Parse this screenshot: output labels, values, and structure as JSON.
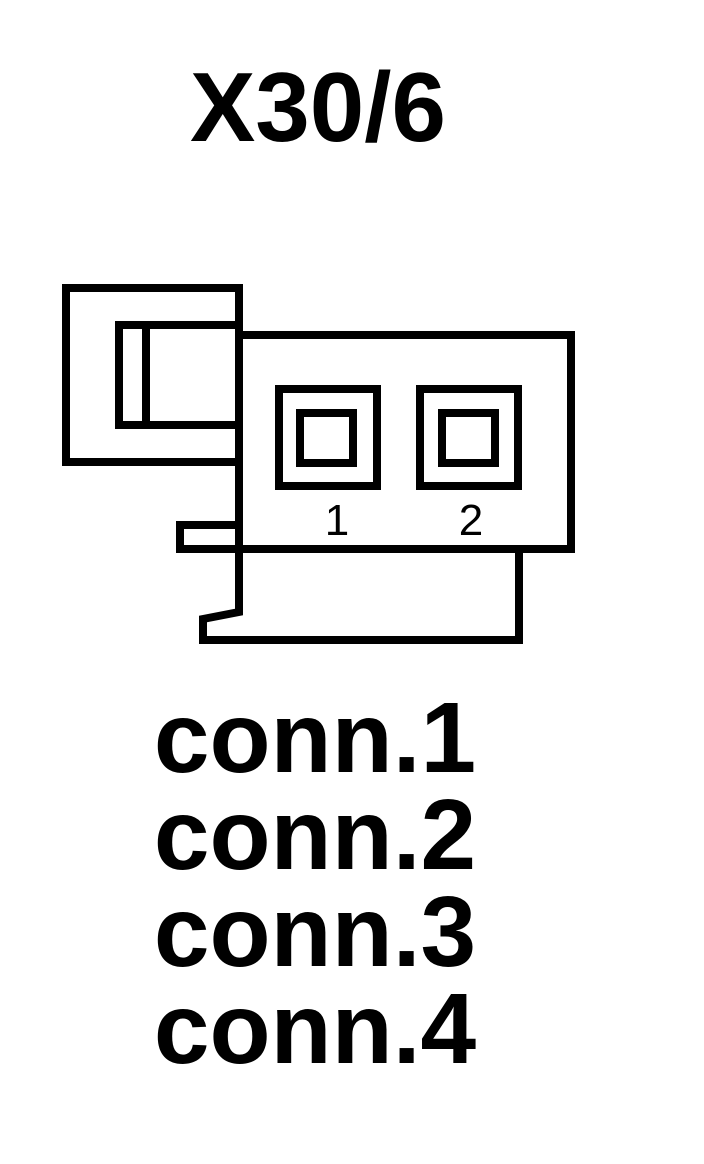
{
  "title": "X30/6",
  "pins": [
    {
      "label": "1"
    },
    {
      "label": "2"
    }
  ],
  "connections": [
    {
      "label": "conn.1"
    },
    {
      "label": "conn.2"
    },
    {
      "label": "conn.3"
    },
    {
      "label": "conn.4"
    }
  ],
  "colors": {
    "stroke": "#000000",
    "background": "#ffffff"
  }
}
